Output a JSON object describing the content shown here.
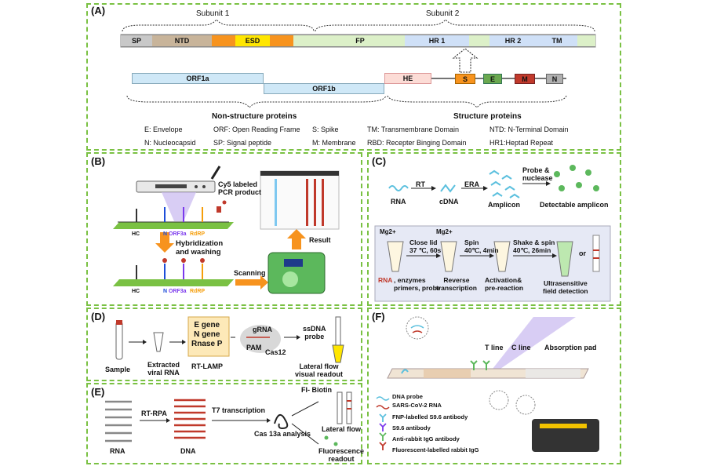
{
  "panelA": {
    "label": "(A)",
    "subunit1": "Subunit 1",
    "subunit2": "Subunit 2",
    "segments": [
      "SP",
      "NTD",
      "ESD",
      "FP",
      "HR 1",
      "HR 2",
      "TM"
    ],
    "orf1a": "ORF1a",
    "orf1b": "ORF1b",
    "he": "HE",
    "genes": [
      "S",
      "E",
      "M",
      "N"
    ],
    "nonstruct": "Non-structure proteins",
    "struct": "Structure proteins",
    "legend": [
      "E: Envelope",
      "ORF: Open Reading Frame",
      "S: Spike",
      "TM: Transmembrane Domain",
      "NTD: N-Terminal Domain",
      "N: Nucleocapsid",
      "SP: Signal peptide",
      "M: Membrane",
      "RBD: Recepter Binging Domain",
      "HR1:Heptad Repeat"
    ]
  },
  "panelB": {
    "label": "(B)",
    "cy5": "Cy5 labeled\nPCR product",
    "hc1": "HC",
    "targets1": [
      "N",
      "ORF3a",
      "RdRP"
    ],
    "hyb": "Hybridization\nand washing",
    "hc2": "HC",
    "targets2": [
      "N",
      "ORF3a",
      "RdRP"
    ],
    "scanning": "Scanning",
    "result": "Result"
  },
  "panelC": {
    "label": "(C)",
    "rna": "RNA",
    "rt": "RT",
    "cdna": "cDNA",
    "era": "ERA",
    "amplicon": "Amplicon",
    "probe": "Probe &\nnuclease",
    "detectable": "Detectable amplicon",
    "mg1": "Mg2+",
    "mg2": "Mg2+",
    "closelid": "Close lid\n37 ℃, 60s",
    "spin": "Spin\n40℃, 4min",
    "shake": "Shake & spin\n40℃, 26min",
    "or": "or",
    "reagents_red": "RNA",
    "reagents": ", enzymes\nprimers, probe",
    "revtrans": "Reverse\ntranscription",
    "activation": "Activation&\npre-reaction",
    "ultra": "Ultrasensitive\nfield detection"
  },
  "panelD": {
    "label": "(D)",
    "genes": "E gene\nN gene\nRnase P",
    "grna": "gRNA",
    "pam": "PAM",
    "cas12": "Cas12",
    "ssdna": "ssDNA\nprobe",
    "sample": "Sample",
    "extracted": "Extracted\nviral RNA",
    "rtlamp": "RT-LAMP",
    "lateral": "Lateral flow\nvisual readout"
  },
  "panelE": {
    "label": "(E)",
    "rtrpa": "RT-RPA",
    "t7": "T7 transcription",
    "cas13": "Cas 13a analysis",
    "fibiotin": "FI- Biotin",
    "rna": "RNA",
    "dna": "DNA",
    "lateral": "Lateral flow",
    "fluor": "Fluorescence\nreadout"
  },
  "panelF": {
    "label": "(F)",
    "tline": "T line",
    "cline": "C line",
    "pad": "Absorption pad",
    "legend": [
      "DNA probe",
      "SARS-CoV-2 RNA",
      "FNP-labelled S9.6 antibody",
      "S9.6 antibody",
      "Anti-rabbit IgG antibody",
      "Fluorescent-labelled rabbit IgG"
    ]
  },
  "colors": {
    "border": "#7ac143",
    "sp": "#c8c8c8",
    "ntd": "#c8b49a",
    "esd_orange": "#f7931e",
    "esd_yellow": "#ffe600",
    "green_light": "#dcf0c8",
    "blue_light": "#cfe0f7",
    "orf": "#cfe8f7",
    "he": "#fcdcd6",
    "gene_s": "#f7931e",
    "gene_e": "#6aa84f",
    "gene_m": "#c0392b",
    "gene_n": "#b0b0b0",
    "red": "#c0392b",
    "purple": "#c8b8f0"
  }
}
